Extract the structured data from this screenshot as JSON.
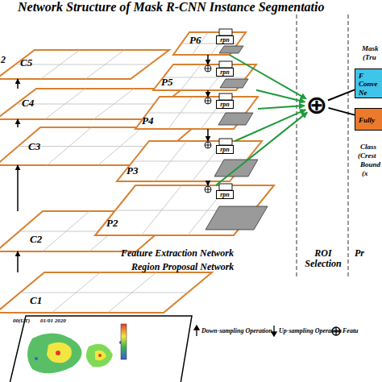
{
  "diagram": {
    "title": "Network Structure of Mask R-CNN Instance Segmentatio",
    "nodes": [
      {
        "text": [
          "C5"
        ]
      },
      {
        "text": [
          "C4"
        ]
      },
      {
        "text": [
          "C3"
        ]
      },
      {
        "text": [
          "C2"
        ]
      },
      {
        "text": [
          "C1"
        ]
      },
      {
        "text": [
          "P6"
        ]
      },
      {
        "text": [
          "rpn"
        ],
        "in": 5
      },
      {
        "text": [
          "P5"
        ]
      },
      {
        "text": [
          "rpn"
        ],
        "in": 7
      },
      {
        "text": [
          "P4"
        ]
      },
      {
        "text": [
          "rpn"
        ],
        "in": 9
      },
      {
        "text": [
          "P3"
        ]
      },
      {
        "text": [
          "rpn"
        ],
        "in": 11
      },
      {
        "text": [
          "P2"
        ]
      },
      {
        "text": [
          "rpn"
        ],
        "in": 13
      },
      {
        "text": [
          "⊕"
        ]
      },
      {
        "text": [
          "F Conve Ne"
        ]
      },
      {
        "text": [
          "Fully"
        ]
      }
    ],
    "edges": [
      {
        "from": 4,
        "to": 3,
        "arrow": "to"
      },
      {
        "from": 3,
        "to": 2,
        "arrow": "to"
      },
      {
        "from": 2,
        "to": 1,
        "arrow": "to"
      },
      {
        "from": 1,
        "to": 0,
        "arrow": "to"
      },
      {
        "from": 5,
        "to": 7,
        "arrow": "to"
      },
      {
        "from": 7,
        "to": 9,
        "arrow": "to"
      },
      {
        "from": 9,
        "to": 11,
        "arrow": "to"
      },
      {
        "from": 11,
        "to": 13,
        "arrow": "to"
      },
      {
        "from": 5,
        "to": 15,
        "arrow": "to"
      },
      {
        "from": 7,
        "to": 15,
        "arrow": "to"
      },
      {
        "from": 9,
        "to": 15,
        "arrow": "to"
      },
      {
        "from": 11,
        "to": 15,
        "arrow": "to"
      },
      {
        "from": 13,
        "to": 15,
        "arrow": "to"
      },
      {
        "from": 15,
        "to": 16,
        "arrow": "none"
      },
      {
        "from": 15,
        "to": 17,
        "arrow": "none"
      }
    ],
    "labels": [
      "2",
      "Mask",
      "(Tru",
      "Class",
      "(Crest",
      "Bound",
      "(x",
      "Feature Extraction Network",
      "Region Proposal Network",
      "ROI Selection",
      "Pr",
      "00(UT)",
      "01/01 2020"
    ],
    "legend": [
      {
        "text": "Down-sampling Operation"
      },
      {
        "text": "Up-sampling Operation"
      },
      {
        "text": "Featu"
      }
    ]
  }
}
